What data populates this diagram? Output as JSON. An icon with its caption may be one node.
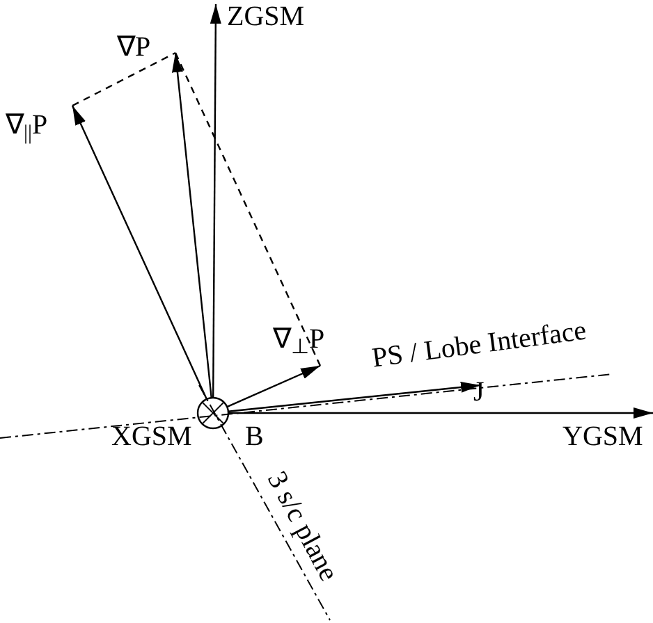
{
  "diagram": {
    "nodes": [
      {
        "text": [],
        "shape": "circle"
      },
      {
        "text": [
          "ZGSM"
        ]
      },
      {
        "text": [
          "∇P"
        ]
      },
      {
        "text": [
          "∇$_{||}$P"
        ]
      },
      {
        "text": [
          "∇$_{⊥}$P"
        ]
      },
      {
        "text": [
          "J"
        ]
      },
      {
        "text": [
          "YGSM"
        ]
      }
    ],
    "edges": [
      {
        "from": 0,
        "to": 1,
        "arrow": "to"
      },
      {
        "from": 0,
        "to": 2,
        "arrow": "to"
      },
      {
        "from": 0,
        "to": 3,
        "arrow": "to"
      },
      {
        "from": 0,
        "to": 4,
        "arrow": "to"
      },
      {
        "from": 0,
        "to": 5,
        "arrow": "to"
      },
      {
        "from": 0,
        "to": 6,
        "arrow": "to"
      },
      {
        "from": 3,
        "to": 2,
        "arrow": "none",
        "style": "dashed"
      },
      {
        "from": 2,
        "to": 4,
        "arrow": "none",
        "style": "dashed"
      }
    ],
    "labels": [
      "PS / Lobe Interface",
      "XGSM",
      "B",
      "3 s/c plane"
    ]
  }
}
